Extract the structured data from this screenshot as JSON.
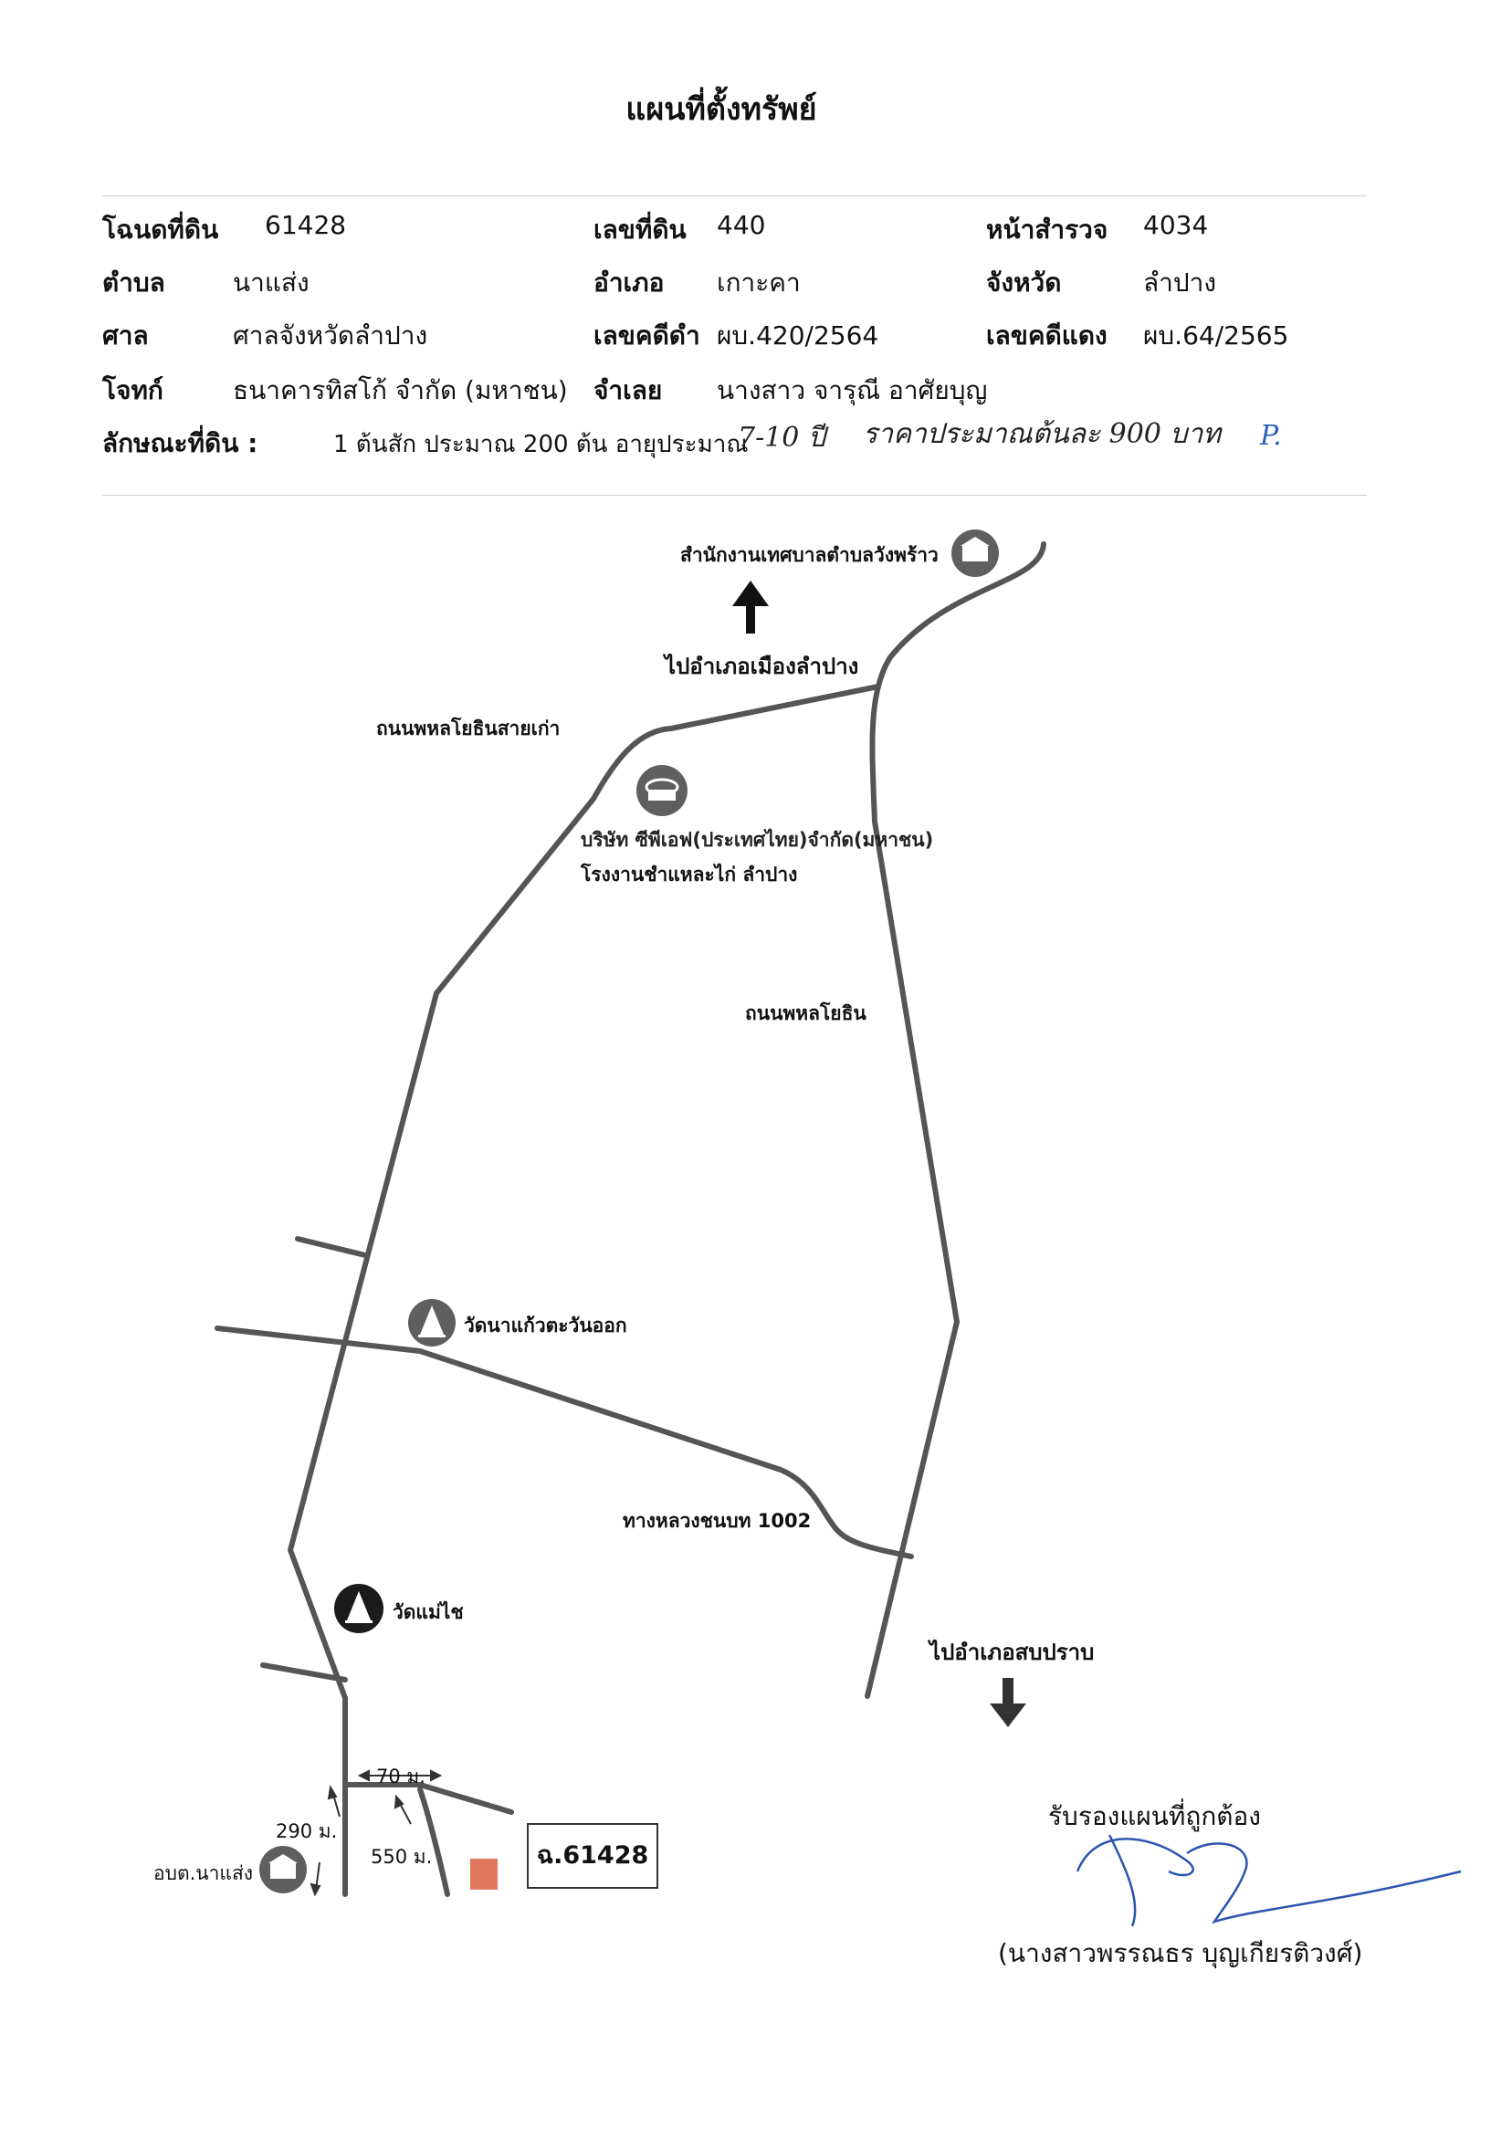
{
  "title": "แผนที่ตั้งทรัพย์",
  "fields": {
    "deed_label": "โฉนดที่ดิน",
    "deed_value": "61428",
    "land_no_label": "เลขที่ดิน",
    "land_no_value": "440",
    "survey_label": "หน้าสำรวจ",
    "survey_value": "4034",
    "subdistrict_label": "ตำบล",
    "subdistrict_value": "นาแส่ง",
    "district_label": "อำเภอ",
    "district_value": "เกาะคา",
    "province_label": "จังหวัด",
    "province_value": "ลำปาง",
    "court_label": "ศาล",
    "court_value": "ศาลจังหวัดลำปาง",
    "black_case_label": "เลขคดีดำ",
    "black_case_value": "ผบ.420/2564",
    "red_case_label": "เลขคดีแดง",
    "red_case_value": "ผบ.64/2565",
    "plaintiff_label": "โจทก์",
    "plaintiff_value": "ธนาคารทิสโก้ จำกัด (มหาชน)",
    "defendant_label": "จำเลย",
    "defendant_value": "นางสาว จารุณี อาศัยบุญ",
    "land_char_label": "ลักษณะที่ดิน :",
    "land_char_value": "1 ต้นสัก ประมาณ 200 ต้น อายุประมาณ",
    "handwritten_age": "7-10 ปี",
    "handwritten_price": "ราคาประมาณต้นละ 900 บาท",
    "handwritten_initial": "P."
  },
  "map": {
    "label_tambon_office": "สำนักงานเทศบาลตำบลวังพร้าว",
    "label_to_mueang": "ไปอำเภอเมืองลำปาง",
    "label_old_road": "ถนนพหลโยธินสายเก่า",
    "label_company": "บริษัท ซีพีเอฟ(ประเทศไทย)จำกัด(มหาชน)",
    "label_plant": "โรงงานชำแหละไก่ ลำปาง",
    "label_phahonyothin": "ถนนพหลโยธิน",
    "label_wat_naew": "วัดนาแก้วตะวันออก",
    "label_rural_road": "ทางหลวงชนบท 1002",
    "label_wat_maechai": "วัดแม่ไช",
    "label_to_sopprap": "ไปอำเภอสบปราบ",
    "label_70m": "70 ม.",
    "label_290m": "290 ม.",
    "label_550m": "550 ม.",
    "label_obt": "อบต.นาแส่ง",
    "plot_label": "ฉ.61428",
    "colors": {
      "road": "#555555",
      "plot": "#e07a5f",
      "icon_grey": "#5f5f5f",
      "icon_black": "#1b1b1b"
    }
  },
  "certification": {
    "text": "รับรองแผนที่ถูกต้อง",
    "signer": "(นางสาวพรรณธร บุญเกียรติวงศ์)"
  }
}
